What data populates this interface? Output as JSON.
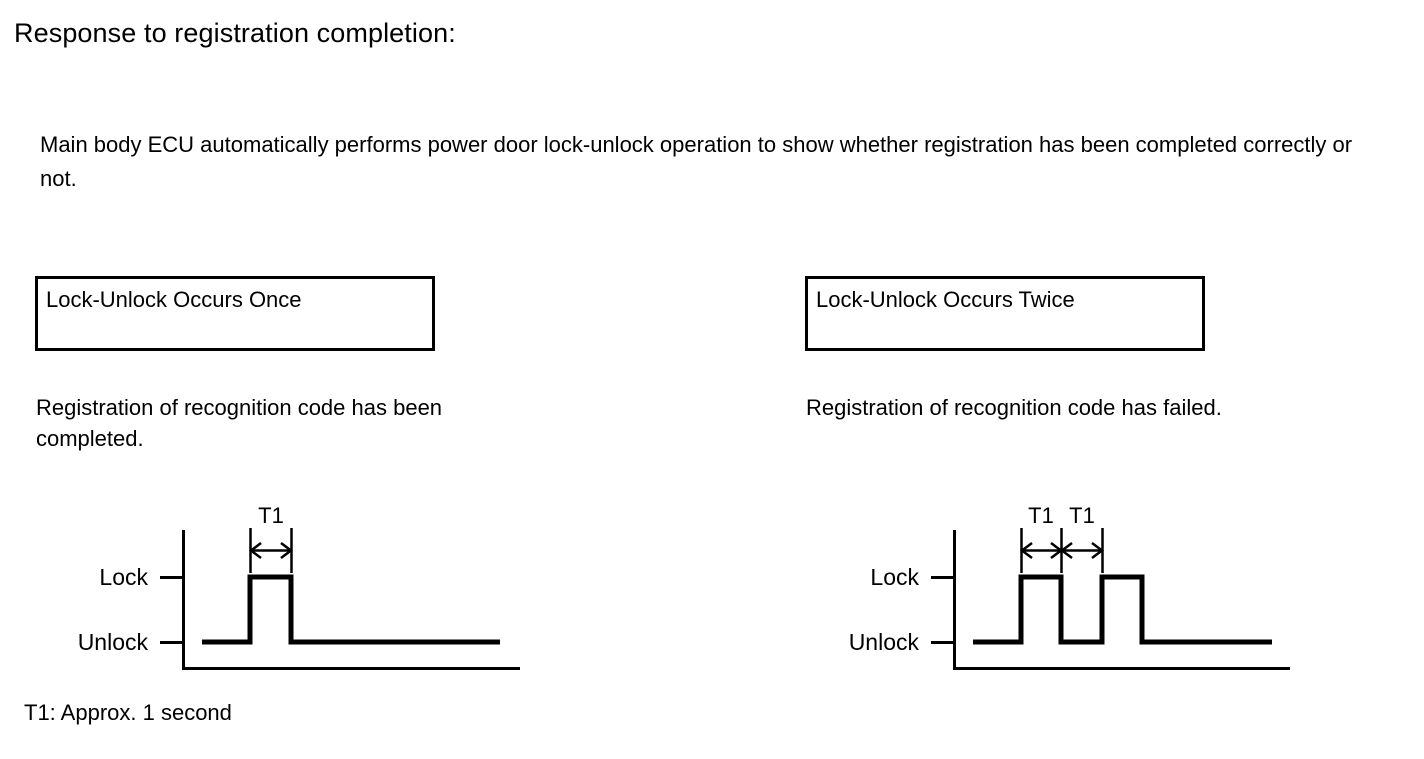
{
  "page": {
    "title": "Response to registration completion:",
    "intro": "Main body ECU automatically performs power door lock-unlock operation to show whether registration has been completed correctly or not.",
    "footnote": "T1: Approx. 1 second",
    "ink_color": "#000000",
    "background_color": "#ffffff"
  },
  "cases": {
    "left": {
      "callout": "Lock-Unlock Occurs Once",
      "result": "Registration of recognition code has been completed.",
      "diagram": {
        "high_label": "Lock",
        "low_label": "Unlock",
        "interval_labels": [
          "T1"
        ],
        "pulse_count": 1
      }
    },
    "right": {
      "callout": "Lock-Unlock Occurs Twice",
      "result": "Registration of recognition code has failed.",
      "diagram": {
        "high_label": "Lock",
        "low_label": "Unlock",
        "interval_labels": [
          "T1",
          "T1"
        ],
        "pulse_count": 2
      }
    }
  },
  "chart_data": [
    {
      "type": "line",
      "title": "Lock-Unlock Occurs Once",
      "xlabel": "",
      "ylabel": "",
      "states": [
        "Unlock",
        "Lock"
      ],
      "tick_labels": [
        "Lock",
        "Unlock"
      ],
      "annotations": [
        "T1"
      ],
      "grid": false,
      "legend": "none",
      "x": [
        0.0,
        1.0,
        1.0,
        2.0,
        2.0,
        7.5
      ],
      "y": [
        "Unlock",
        "Unlock",
        "Lock",
        "Lock",
        "Unlock",
        "Unlock"
      ]
    },
    {
      "type": "line",
      "title": "Lock-Unlock Occurs Twice",
      "xlabel": "",
      "ylabel": "",
      "states": [
        "Unlock",
        "Lock"
      ],
      "tick_labels": [
        "Lock",
        "Unlock"
      ],
      "annotations": [
        "T1",
        "T1"
      ],
      "grid": false,
      "legend": "none",
      "x": [
        0.0,
        1.0,
        1.0,
        2.0,
        2.0,
        3.0,
        3.0,
        4.0,
        4.0,
        7.5
      ],
      "y": [
        "Unlock",
        "Unlock",
        "Lock",
        "Lock",
        "Unlock",
        "Unlock",
        "Lock",
        "Lock",
        "Unlock",
        "Unlock"
      ]
    }
  ]
}
